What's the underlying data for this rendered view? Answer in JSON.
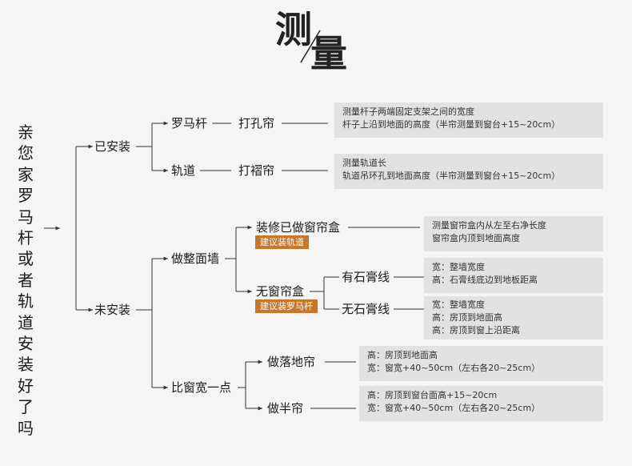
{
  "title": {
    "char1": "测",
    "char2": "量"
  },
  "question": "亲您家罗马杆或者轨道安装好了吗",
  "nodes": {
    "installed": "已安装",
    "not_installed": "未安装",
    "roman_rod": "罗马杆",
    "punch_curtain": "打孔帘",
    "track": "轨道",
    "pleat_curtain": "打褶帘",
    "full_wall": "做整面墙",
    "has_box": "装修已做窗帘盒",
    "suggest_track": "建议装轨道",
    "no_box": "无窗帘盒",
    "suggest_rod": "建议装罗马杆",
    "has_plaster": "有石膏线",
    "no_plaster": "无石膏线",
    "wider": "比窗宽一点",
    "floor_curtain": "做落地帘",
    "half_curtain": "做半帘"
  },
  "boxes": {
    "roman": [
      "测量杆子两端固定支架之间的宽度",
      "杆子上沿到地面的高度（半帘测量到窗台+15~20cm）"
    ],
    "track": [
      "测量轨道长",
      "轨道吊环孔到地面高度（半帘测量到窗台+15~20cm）"
    ],
    "has_box": [
      "测量窗帘盒内从左至右净长度",
      "窗帘盒内顶到地面高度"
    ],
    "plaster": [
      "宽：整墙宽度",
      "高：石膏线底边到地板距离"
    ],
    "no_plaster": [
      "宽：整墙宽度",
      "高：房顶到地面高",
      "高：房顶到窗上沿距离"
    ],
    "floor": [
      "高：房顶到地面高",
      "宽：窗宽+40~50cm（左右各20~25cm）"
    ],
    "half": [
      "高：房顶到窗台面高+15~20cm",
      "宽：窗宽+40~50cm（左右各20~25cm）"
    ]
  }
}
